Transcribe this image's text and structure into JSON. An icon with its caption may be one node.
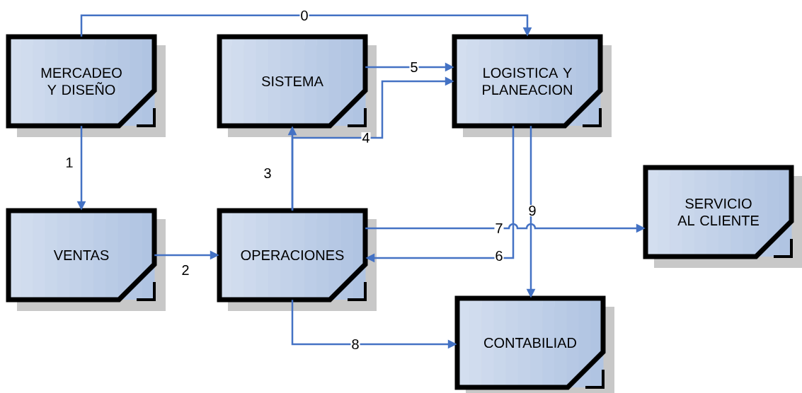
{
  "diagram": {
    "nodes": [
      {
        "text": [
          "MERCADEO Y DISEÑO"
        ]
      },
      {
        "text": [
          "SISTEMA"
        ]
      },
      {
        "text": [
          "LOGISTICA Y PLANEACION"
        ]
      },
      {
        "text": [
          "SERVICIO AL CLIENTE"
        ]
      },
      {
        "text": [
          "VENTAS"
        ]
      },
      {
        "text": [
          "OPERACIONES"
        ]
      },
      {
        "text": [
          "CONTABILIAD"
        ]
      }
    ],
    "edges": [
      {
        "from": 0,
        "to": 2,
        "arrow": "to",
        "label": "0"
      },
      {
        "from": 0,
        "to": 4,
        "arrow": "to",
        "label": "1"
      },
      {
        "from": 4,
        "to": 5,
        "arrow": "to",
        "label": "2"
      },
      {
        "from": 5,
        "to": 1,
        "arrow": "to",
        "label": "3"
      },
      {
        "from": 5,
        "to": 2,
        "arrow": "to",
        "label": "4"
      },
      {
        "from": 1,
        "to": 2,
        "arrow": "to",
        "label": "5"
      },
      {
        "from": 2,
        "to": 5,
        "arrow": "to",
        "label": "6"
      },
      {
        "from": 5,
        "to": 3,
        "arrow": "to",
        "label": "7"
      },
      {
        "from": 5,
        "to": 6,
        "arrow": "to",
        "label": "8"
      },
      {
        "from": 2,
        "to": 6,
        "arrow": "to",
        "label": "9"
      }
    ]
  }
}
